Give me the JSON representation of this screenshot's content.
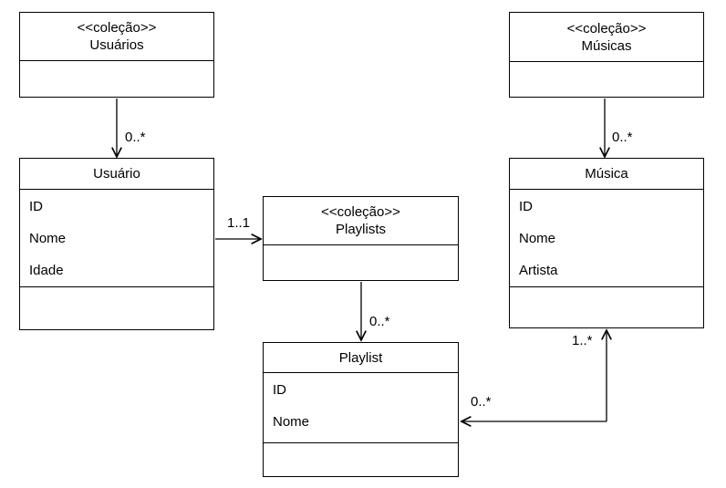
{
  "diagram": {
    "background": "#ffffff",
    "line_color": "#000000",
    "nodes": {
      "usuarios": {
        "stereotype": "<<coleção>>",
        "name": "Usuários"
      },
      "musicas": {
        "stereotype": "<<coleção>>",
        "name": "Músicas"
      },
      "playlists": {
        "stereotype": "<<coleção>>",
        "name": "Playlists"
      },
      "usuario": {
        "name": "Usuário",
        "attributes": [
          "ID",
          "Nome",
          "Idade"
        ]
      },
      "musica": {
        "name": "Música",
        "attributes": [
          "ID",
          "Nome",
          "Artista"
        ]
      },
      "playlist": {
        "name": "Playlist",
        "attributes": [
          "ID",
          "Nome"
        ]
      }
    },
    "edges": {
      "usuarios_to_usuario": {
        "label": "0..*"
      },
      "musicas_to_musica": {
        "label": "0..*"
      },
      "usuario_to_playlists": {
        "label": "1..1"
      },
      "playlists_to_playlist": {
        "label": "0..*"
      },
      "musica_playlist": {
        "label_near_musica": "1..*",
        "label_near_playlist": "0..*"
      }
    }
  }
}
